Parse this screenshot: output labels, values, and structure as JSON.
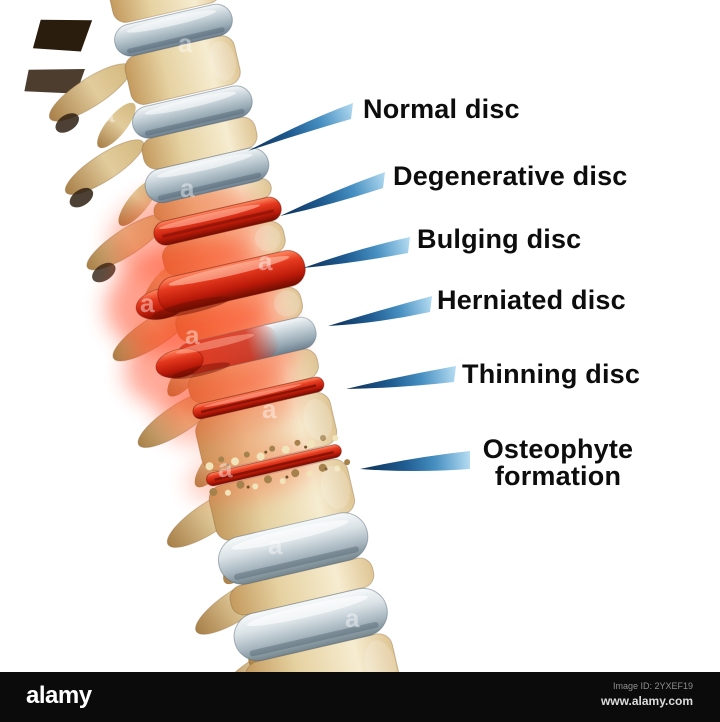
{
  "page": {
    "background_color": "#ffffff"
  },
  "illustration": {
    "palette": {
      "bone": "#e6d2a2",
      "bone_shadow": "#c49a5e",
      "disc_normal_gray": "#ccd7dd",
      "disc_damaged_red": "#e63a1f",
      "inflammation_glow": "#ff4a22",
      "pointer_blue_dark": "#0e3156",
      "pointer_blue_light": "#b5dcf2",
      "label_text": "#0d0d0d"
    }
  },
  "annotations": {
    "items": [
      {
        "label": "Normal disc"
      },
      {
        "label": "Degenerative disc"
      },
      {
        "label": "Bulging disc"
      },
      {
        "label": "Herniated disc"
      },
      {
        "label": "Thinning disc"
      },
      {
        "line1": "Osteophyte",
        "line2": "formation"
      }
    ]
  },
  "watermark": {
    "glyph": "a"
  },
  "footer": {
    "background_color": "#0b0b0b",
    "brand": "alamy",
    "image_id": "Image ID: 2YXEF19",
    "url": "www.alamy.com"
  }
}
